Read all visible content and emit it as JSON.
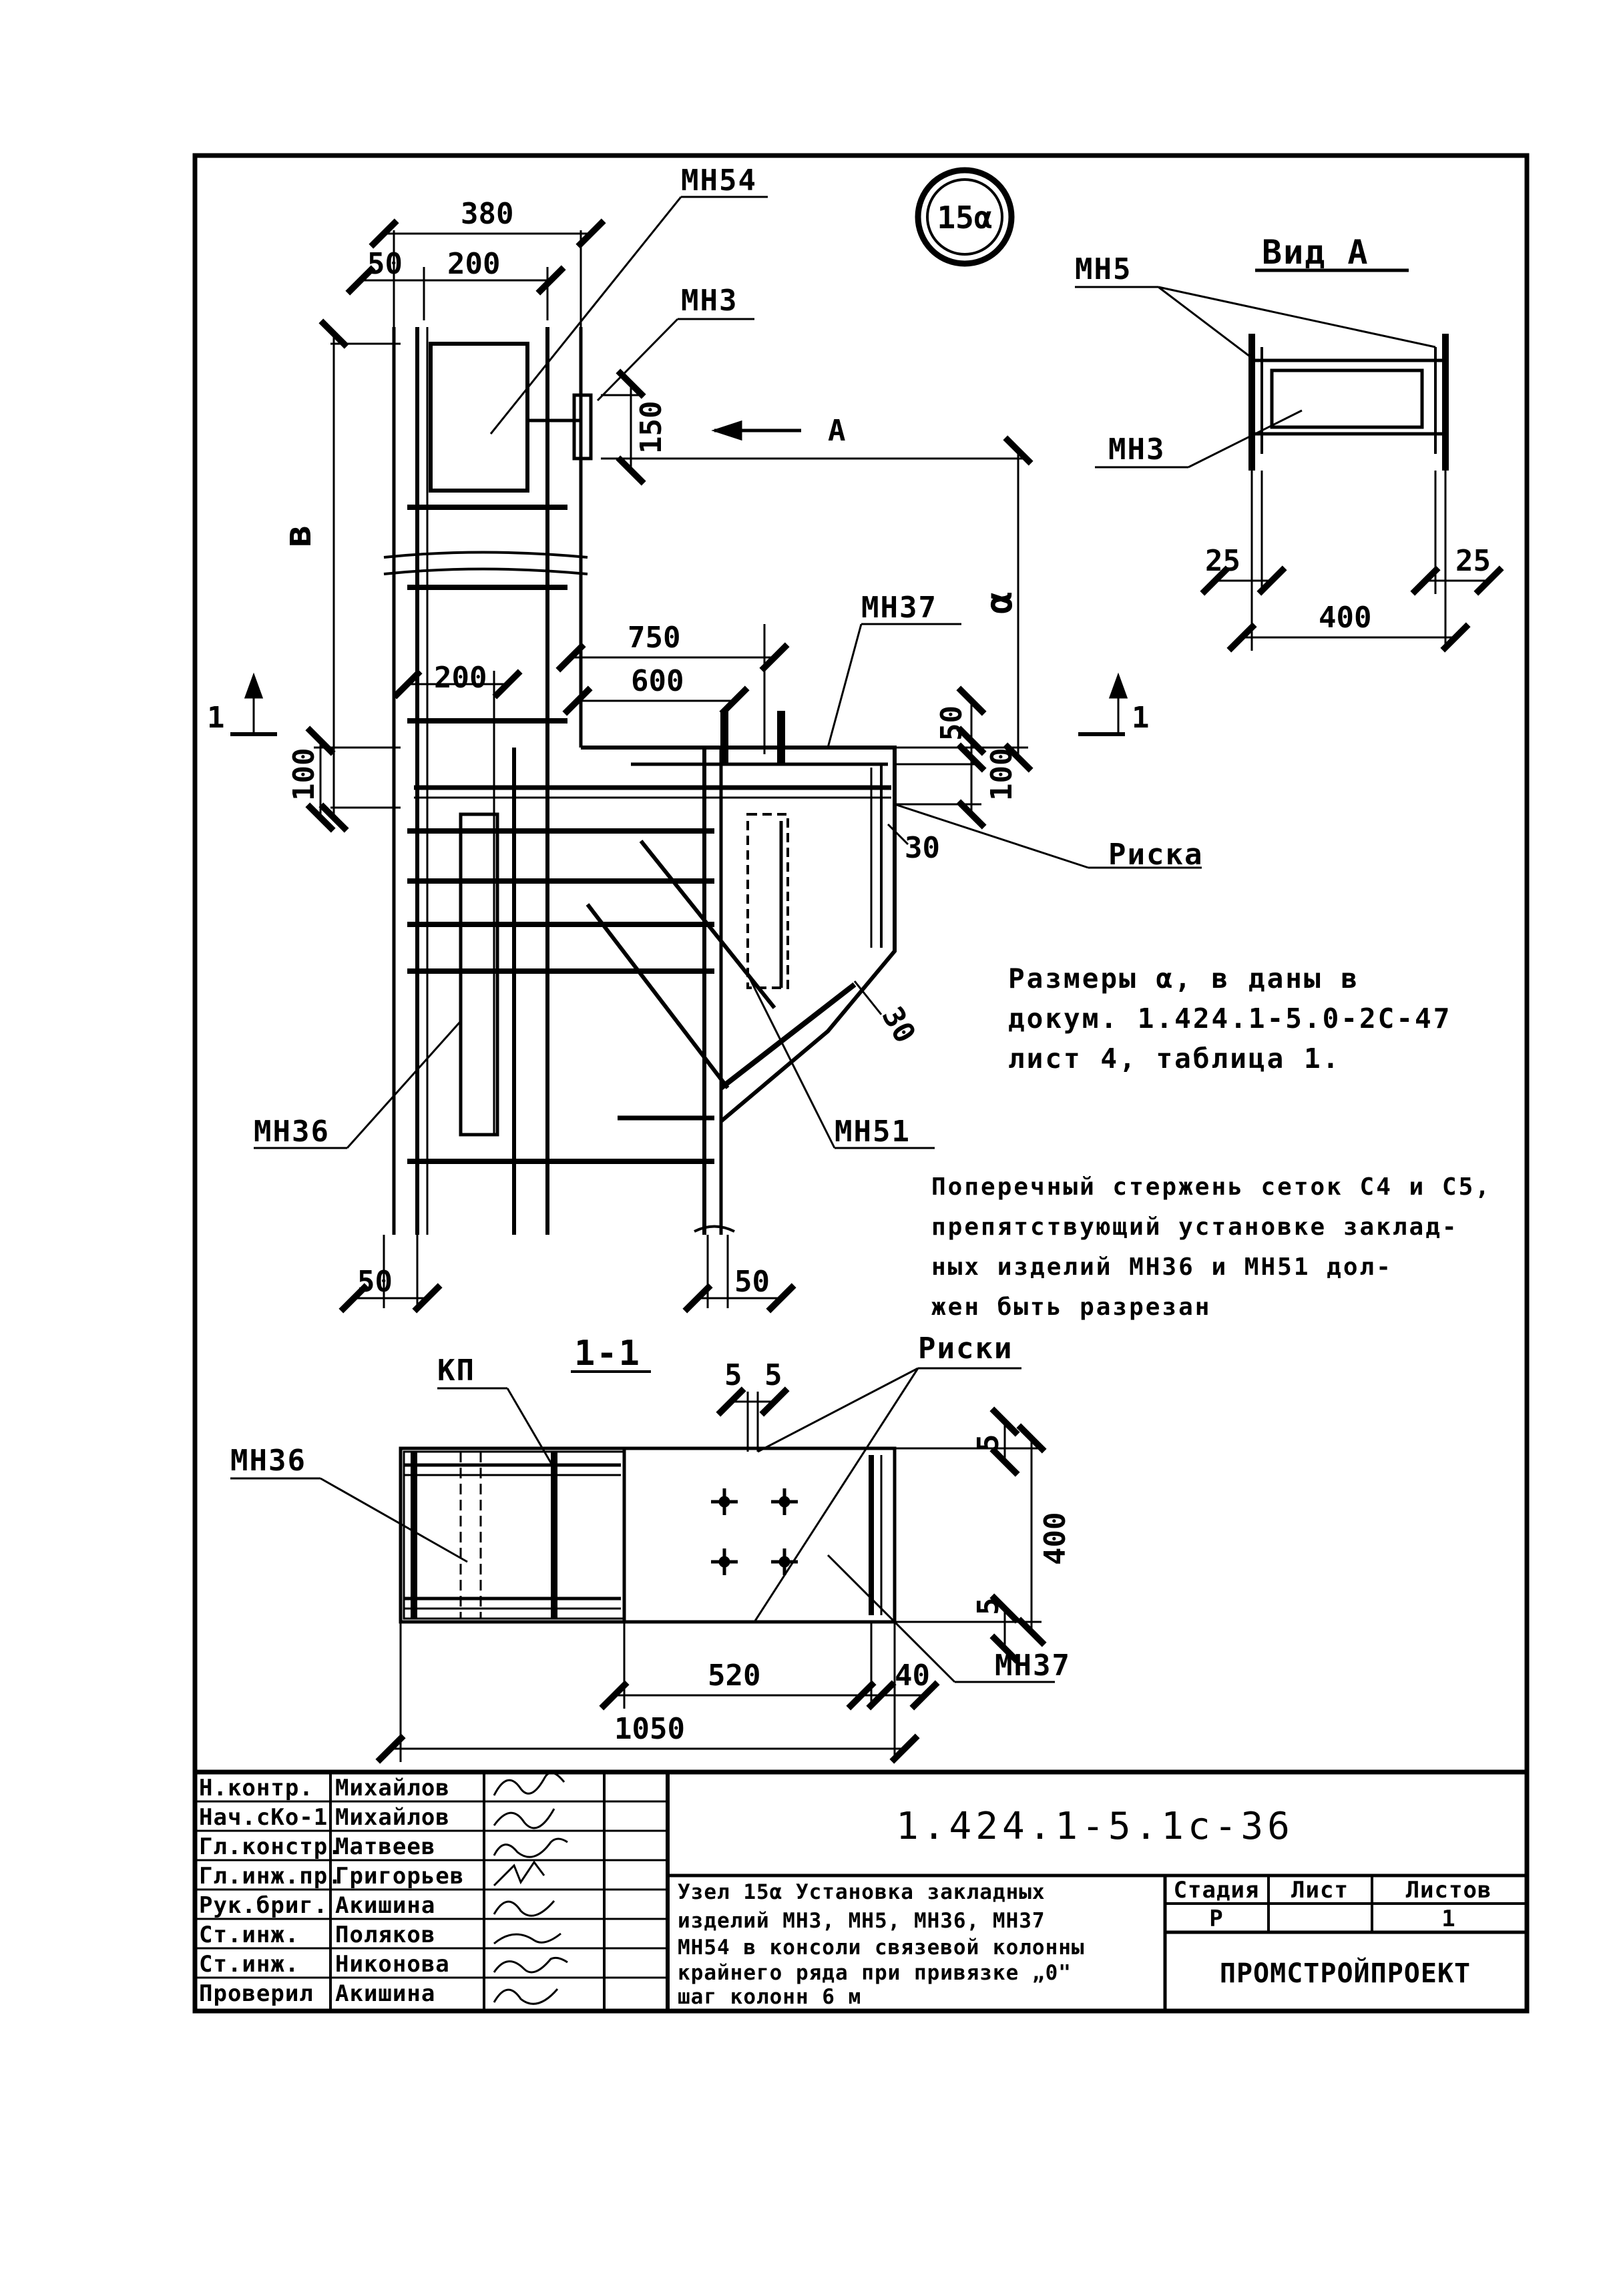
{
  "node_mark": "15α",
  "view_a": {
    "title": "Вид А",
    "label_mh5": "МН5",
    "label_mh3": "МН3",
    "dim_25_left": "25",
    "dim_25_right": "25",
    "dim_400": "400"
  },
  "elevation": {
    "label_mh54": "МН54",
    "label_mh3": "МН3",
    "label_mh37": "МН37",
    "label_mh36": "МН36",
    "label_mh51": "МН51",
    "dim_380": "380",
    "dim_50_top": "50",
    "dim_200_top": "200",
    "dim_150": "150",
    "view_arrow": "А",
    "dim_b": "в",
    "dim_a": "α",
    "dim_750": "750",
    "dim_600": "600",
    "dim_200_mid": "200",
    "dim_50_right": "50",
    "dim_100_right": "100",
    "dim_100_left": "100",
    "dim_30_a": "30",
    "dim_30_b": "30",
    "section_mark_left": "1",
    "section_mark_right": "1",
    "riska": "Риска",
    "dim_50_bottom_left": "50",
    "dim_50_bottom_right": "50"
  },
  "notes": {
    "sizes_1": "Размеры α, в даны в",
    "sizes_2": "докум. 1.424.1-5.0-2С-47",
    "sizes_3": "лист 4, таблица 1.",
    "rod_1": "Поперечный стержень сеток С4 и С5,",
    "rod_2": "препятствующий установке заклад-",
    "rod_3": "ных изделий МН36 и МН51 дол-",
    "rod_4": "жен быть разрезан"
  },
  "section": {
    "title": "1-1",
    "label_kp": "КП",
    "label_mh36": "МН36",
    "label_mh37": "МН37",
    "riski": "Риски",
    "dim_5a": "5",
    "dim_5b": "5",
    "dim_5_top": "5",
    "dim_5_bottom": "5",
    "dim_400": "400",
    "dim_520": "520",
    "dim_40": "40",
    "dim_1050": "1050"
  },
  "title_block": {
    "roles": [
      "Н.контр.",
      "Нач.сКо-1",
      "Гл.констр.",
      "Гл.инж.пр.",
      "Рук.бриг.",
      "Ст.инж.",
      "Ст.инж.",
      "Проверил"
    ],
    "names": [
      "Михайлов",
      "Михайлов",
      "Матвеев",
      "Григорьев",
      "Акишина",
      "Поляков",
      "Никонова",
      "Акишина"
    ],
    "doc_code": "1.424.1-5.1с-36",
    "title_1": "Узел 15α Установка закладных",
    "title_2": "изделий МН3, МН5, МН36, МН37",
    "title_3": "МН54 в консоли связевой колонны",
    "title_4": "крайнего ряда при привязке „0\"",
    "title_5": "шаг колонн 6 м",
    "stage_h": "Стадия",
    "sheet_h": "Лист",
    "sheets_h": "Листов",
    "stage": "Р",
    "sheet": "",
    "sheets": "1",
    "org": "ПРОМСТРОЙПРОЕКТ"
  }
}
